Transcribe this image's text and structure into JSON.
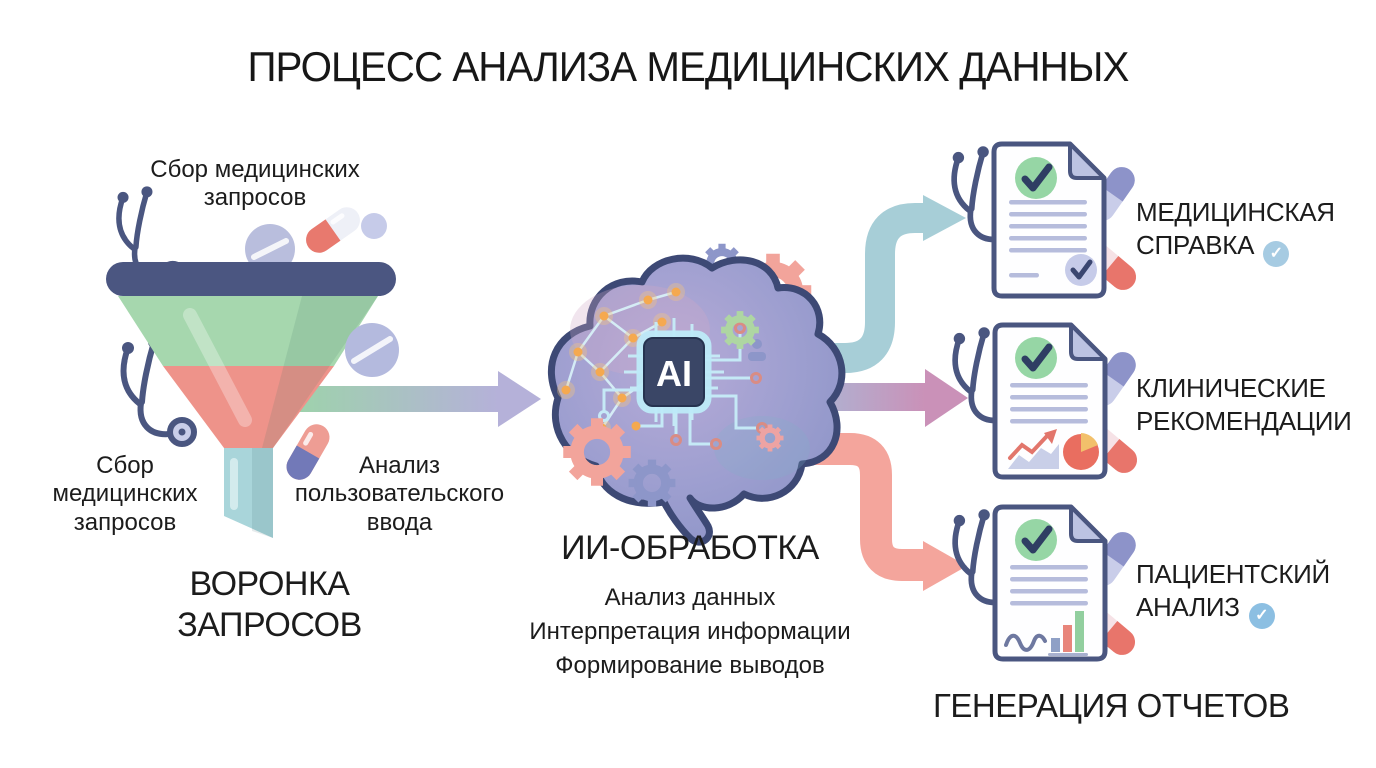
{
  "title": "ПРОЦЕСС АНАЛИЗА МЕДИЦИНСКИХ ДАННЫХ",
  "funnel": {
    "top_label": "Сбор медицинских запросов",
    "left_label": "Сбор медицинских запросов",
    "right_label": "Анализ пользовательского ввода",
    "heading": "ВОРОНКА ЗАПРОСОВ"
  },
  "ai": {
    "chip_label": "AI",
    "heading": "ИИ-ОБРАБОТКА",
    "items": [
      "Анализ данных",
      "Интерпретация информации",
      "Формирование выводов"
    ]
  },
  "outputs": {
    "heading": "ГЕНЕРАЦИЯ ОТЧЕТОВ",
    "items": [
      {
        "label": "МЕДИЦИНСКАЯ СПРАВКА",
        "checked": true
      },
      {
        "label": "КЛИНИЧЕСКИЕ РЕКОМЕНДАЦИИ",
        "checked": false
      },
      {
        "label": "ПАЦИЕНТСКИЙ АНАЛИЗ",
        "checked": true
      }
    ],
    "badge_icon": "✓"
  },
  "colors": {
    "funnel_rim": "#4b5681",
    "funnel_green": "#a6d7ae",
    "funnel_red": "#ee938a",
    "funnel_spout_teal": "#a9d5da",
    "arrow_input_gradient": [
      "#9ed2ac",
      "#b5b1d9"
    ],
    "arrow_teal": "#a7ced7",
    "arrow_pink_gradient": [
      "#a8bad8",
      "#ca91b8"
    ],
    "arrow_red": "#f4a59c",
    "brain_purple": "#9e9fd0",
    "outline_navy": "#3d4975",
    "chip_navy": "#3a4666",
    "check_green": "#96d6a5",
    "badge_blue": "#a6cbe2",
    "gear_salmon": "#f2a49b",
    "gear_purple": "#8d96c9",
    "gear_green": "#aed6a2"
  }
}
